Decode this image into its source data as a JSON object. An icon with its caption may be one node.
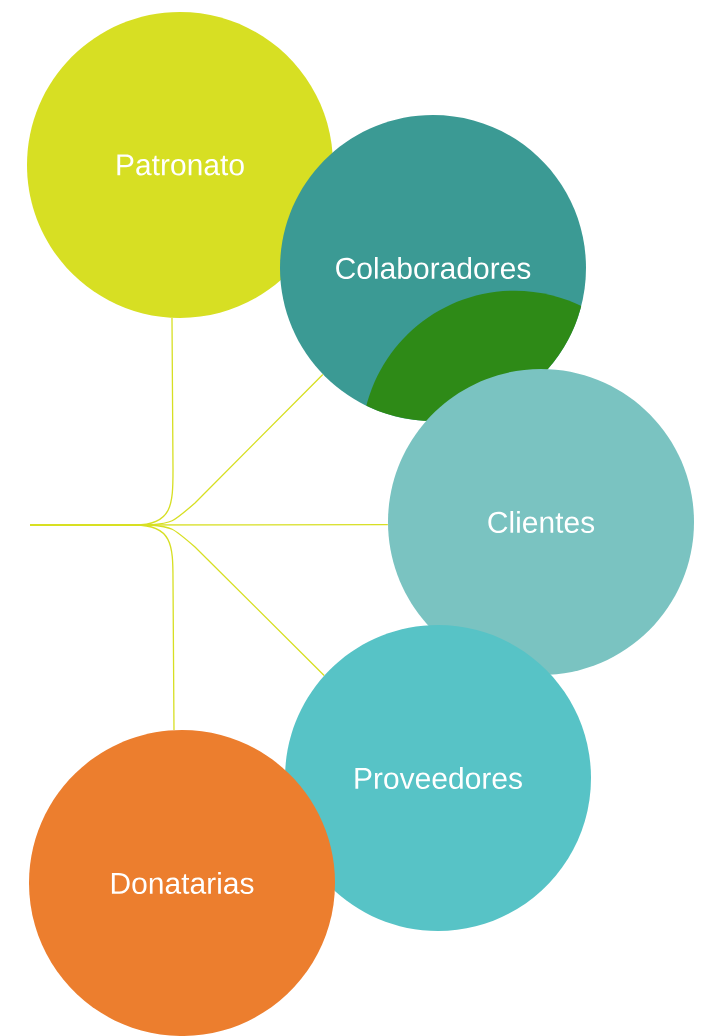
{
  "diagram": {
    "nodes": [
      {
        "text": [
          "Patronato"
        ]
      },
      {
        "text": [
          "Colaboradores"
        ]
      },
      {
        "text": [
          "Clientes"
        ]
      },
      {
        "text": [
          "Proveedores"
        ]
      },
      {
        "text": [
          "Donatarias"
        ]
      }
    ],
    "edges": [
      {
        "from": null,
        "to": 0,
        "arrow": "none"
      },
      {
        "from": null,
        "to": 1,
        "arrow": "none"
      },
      {
        "from": null,
        "to": 2,
        "arrow": "none"
      },
      {
        "from": null,
        "to": 3,
        "arrow": "none"
      },
      {
        "from": null,
        "to": 4,
        "arrow": "none"
      }
    ]
  }
}
